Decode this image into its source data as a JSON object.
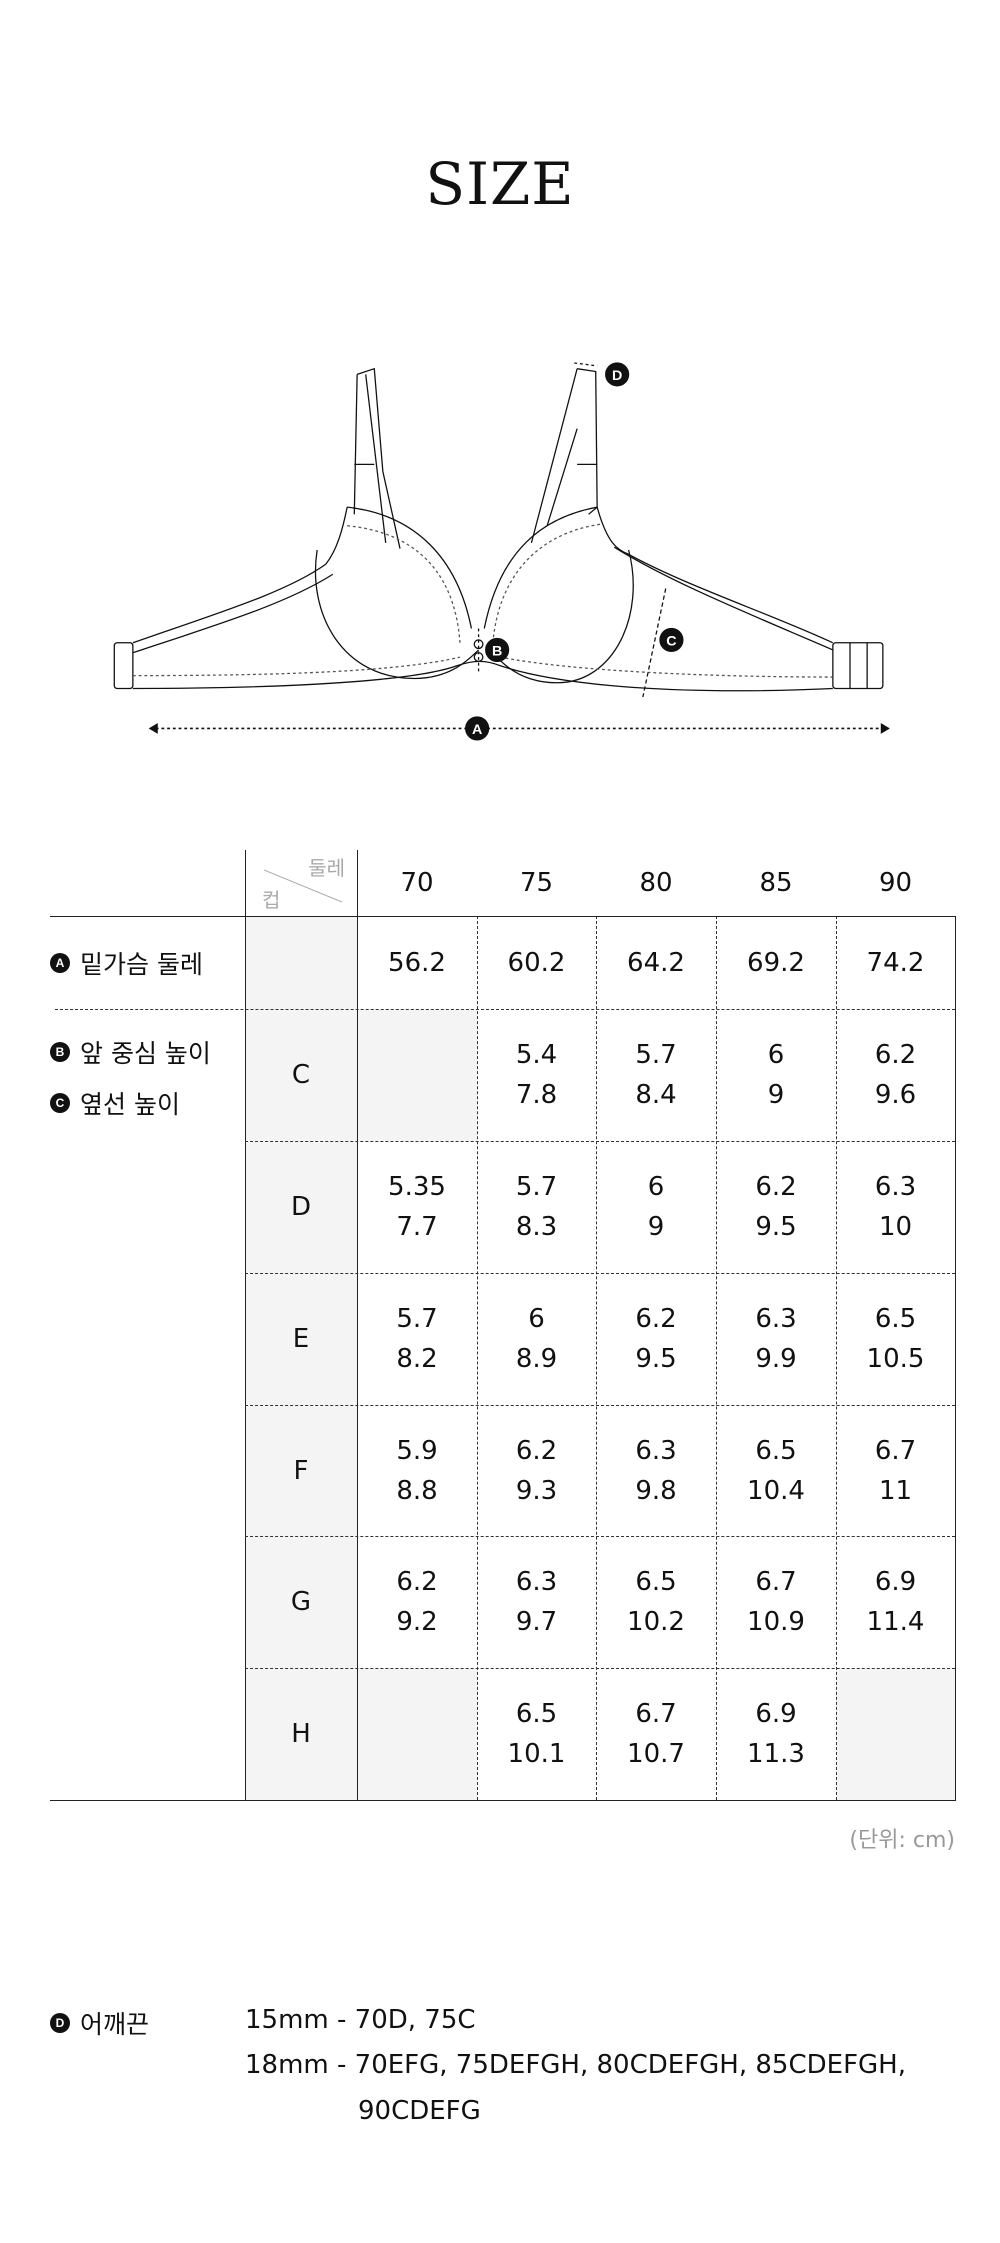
{
  "title": "SIZE",
  "diagram": {
    "markers": [
      "A",
      "B",
      "C",
      "D"
    ]
  },
  "table": {
    "corner": {
      "top": "둘레",
      "bottom": "컵"
    },
    "band_sizes": [
      "70",
      "75",
      "80",
      "85",
      "90"
    ],
    "row_a": {
      "marker": "A",
      "label": "밑가슴 둘레",
      "values": [
        "56.2",
        "60.2",
        "64.2",
        "69.2",
        "74.2"
      ]
    },
    "row_bc_labels": [
      {
        "marker": "B",
        "label": "앞 중심 높이"
      },
      {
        "marker": "C",
        "label": "옆선 높이"
      }
    ],
    "cups": [
      {
        "cup": "C",
        "values": [
          null,
          [
            "5.4",
            "7.8"
          ],
          [
            "5.7",
            "8.4"
          ],
          [
            "6",
            "9"
          ],
          [
            "6.2",
            "9.6"
          ]
        ]
      },
      {
        "cup": "D",
        "values": [
          [
            "5.35",
            "7.7"
          ],
          [
            "5.7",
            "8.3"
          ],
          [
            "6",
            "9"
          ],
          [
            "6.2",
            "9.5"
          ],
          [
            "6.3",
            "10"
          ]
        ]
      },
      {
        "cup": "E",
        "values": [
          [
            "5.7",
            "8.2"
          ],
          [
            "6",
            "8.9"
          ],
          [
            "6.2",
            "9.5"
          ],
          [
            "6.3",
            "9.9"
          ],
          [
            "6.5",
            "10.5"
          ]
        ]
      },
      {
        "cup": "F",
        "values": [
          [
            "5.9",
            "8.8"
          ],
          [
            "6.2",
            "9.3"
          ],
          [
            "6.3",
            "9.8"
          ],
          [
            "6.5",
            "10.4"
          ],
          [
            "6.7",
            "11"
          ]
        ]
      },
      {
        "cup": "G",
        "values": [
          [
            "6.2",
            "9.2"
          ],
          [
            "6.3",
            "9.7"
          ],
          [
            "6.5",
            "10.2"
          ],
          [
            "6.7",
            "10.9"
          ],
          [
            "6.9",
            "11.4"
          ]
        ]
      },
      {
        "cup": "H",
        "values": [
          null,
          [
            "6.5",
            "10.1"
          ],
          [
            "6.7",
            "10.7"
          ],
          [
            "6.9",
            "11.3"
          ],
          null
        ]
      }
    ],
    "unit": "(단위: cm)"
  },
  "strap": {
    "marker": "D",
    "label": "어깨끈",
    "lines": [
      "15mm - 70D, 75C",
      "18mm - 70EFG, 75DEFGH, 80CDEFGH, 85CDEFGH,",
      "90CDEFG"
    ]
  },
  "colors": {
    "shade": "#f4f4f4",
    "text": "#111111",
    "muted": "#999999"
  }
}
